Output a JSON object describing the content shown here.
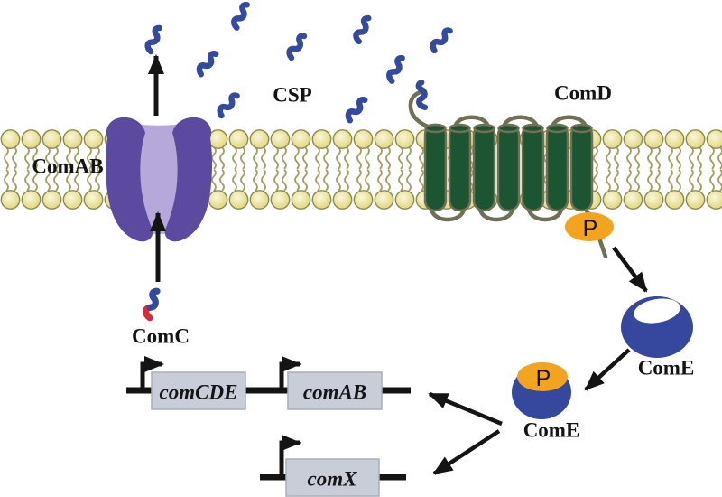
{
  "figure": {
    "labels": {
      "transporter": "ComAB",
      "signal_peptide": "CSP",
      "receptor": "ComD",
      "precursor": "ComC",
      "regulator_inactive": "ComE",
      "regulator_active": "ComE",
      "phosphate_membrane": "P",
      "phosphate_regulator": "P"
    },
    "genes": {
      "comCDE": "comCDE",
      "comAB": "comAB",
      "comX": "comX"
    },
    "colors": {
      "csp_blue": "#344a9f",
      "comc_red": "#d92b35",
      "lipid_head": "#d9d178",
      "lipid_head_light": "#faf7dc",
      "lipid_outline": "#8e894e",
      "lipid_tail": "#a49f63",
      "comab_purple": "#5c4aa1",
      "comab_inner": "#b6a8d8",
      "comd_green": "#1b5531",
      "comd_loop": "#6f7054",
      "phosphate_orange": "#f2a41f",
      "come_blue": "#35489e",
      "gene_box_fill": "#c9cdd8",
      "gene_box_border": "#a9aeba",
      "ink": "#141414"
    }
  }
}
